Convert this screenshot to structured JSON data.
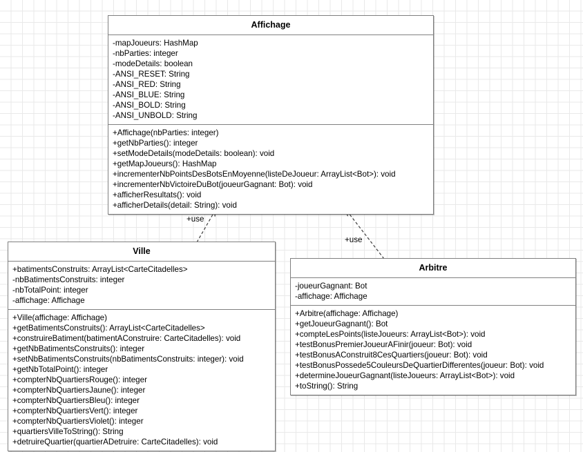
{
  "diagram": {
    "kind": "uml-class-diagram",
    "background": "#ffffff",
    "grid_color": "#e9e9e9",
    "border_color": "#7f7f7f",
    "text_color": "#000000"
  },
  "classes": {
    "affichage": {
      "name": "Affichage",
      "attributes": [
        "-mapJoueurs: HashMap",
        "-nbParties: integer",
        "-modeDetails: boolean",
        "-ANSI_RESET: String",
        "-ANSI_RED: String",
        "-ANSI_BLUE: String",
        "-ANSI_BOLD: String",
        "-ANSI_UNBOLD: String"
      ],
      "methods": [
        "+Affichage(nbParties: integer)",
        "+getNbParties(): integer",
        "+setModeDetails(modeDetails: boolean): void",
        "+getMapJoueurs(): HashMap",
        "+incrementerNbPointsDesBotsEnMoyenne(listeDeJoueur: ArrayList<Bot>): void",
        "+incrementerNbVictoireDuBot(joueurGagnant: Bot): void",
        "+afficherResultats(): void",
        "+afficherDetails(detail: String): void"
      ]
    },
    "ville": {
      "name": "Ville",
      "attributes": [
        "+batimentsConstruits: ArrayList<CarteCitadelles>",
        "-nbBatimentsConstruits: integer",
        "-nbTotalPoint: integer",
        "-affichage: Affichage"
      ],
      "methods": [
        "+Ville(affichage: Affichage)",
        "+getBatimentsConstruits(): ArrayList<CarteCitadelles>",
        "+construireBatiment(batimentAConstruire: CarteCitadelles): void",
        "+getNbBatimentsConstruits(): integer",
        "+setNbBatimentsConstruits(nbBatimentsConstruits: integer): void",
        "+getNbTotalPoint(): integer",
        "+compterNbQuartiersRouge(): integer",
        "+compterNbQuartiersJaune(): integer",
        "+compterNbQuartiersBleu(): integer",
        "+compterNbQuartiersVert(): integer",
        "+compterNbQuartiersViolet(): integer",
        "+quartiersVilleToString(): String",
        "+detruireQuartier(quartierADetruire: CarteCitadelles): void"
      ]
    },
    "arbitre": {
      "name": "Arbitre",
      "attributes": [
        "-joueurGagnant: Bot",
        "-affichage: Affichage"
      ],
      "methods": [
        "+Arbitre(affichage: Affichage)",
        "+getJoueurGagnant(): Bot",
        "+compteLesPoints(listeJoueurs: ArrayList<Bot>): void",
        "+testBonusPremierJoueurAFinir(joueur: Bot): void",
        "+testBonusAConstruit8CesQuartiers(joueur: Bot): void",
        "+testBonusPossede5CouleursDeQuartierDifferentes(joueur: Bot): void",
        "+determineJoueurGagnant(listeJoueurs: ArrayList<Bot>): void",
        "+toString(): String"
      ]
    }
  },
  "relationships": [
    {
      "id": "ville-uses-affichage",
      "label": "+use",
      "from": "Ville",
      "to": "Affichage",
      "type": "dependency"
    },
    {
      "id": "arbitre-uses-affichage",
      "label": "+use",
      "from": "Arbitre",
      "to": "Affichage",
      "type": "dependency"
    }
  ]
}
